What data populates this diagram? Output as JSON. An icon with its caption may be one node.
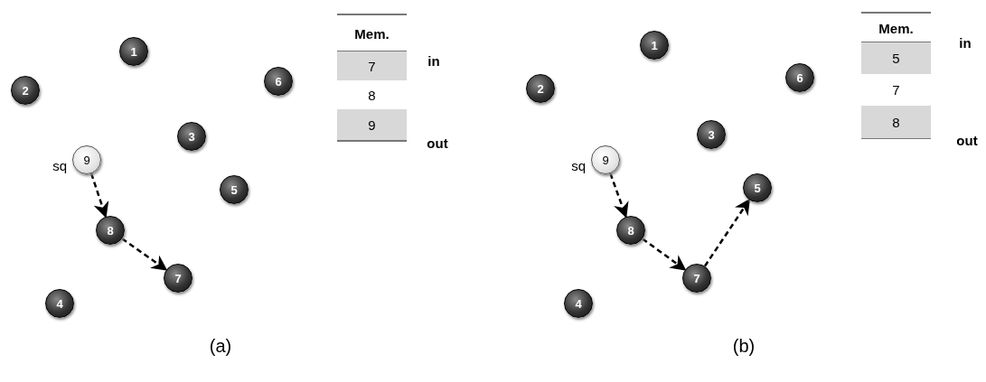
{
  "diagram": {
    "nodes": [
      {
        "text": [
          "1"
        ]
      },
      {
        "text": [
          "2"
        ]
      },
      {
        "text": [
          "3"
        ]
      },
      {
        "text": [
          "4"
        ]
      },
      {
        "text": [
          "5"
        ]
      },
      {
        "text": [
          "6"
        ]
      },
      {
        "text": [
          "7"
        ]
      },
      {
        "text": [
          "8"
        ]
      },
      {
        "text": [
          "9"
        ],
        "beside": [
          "sq"
        ]
      },
      {
        "text": [
          "1"
        ]
      },
      {
        "text": [
          "2"
        ]
      },
      {
        "text": [
          "3"
        ]
      },
      {
        "text": [
          "4"
        ]
      },
      {
        "text": [
          "5"
        ]
      },
      {
        "text": [
          "6"
        ]
      },
      {
        "text": [
          "7"
        ]
      },
      {
        "text": [
          "8"
        ]
      },
      {
        "text": [
          "9"
        ],
        "beside": [
          "sq"
        ]
      }
    ],
    "edges": [
      {
        "from": 8,
        "to": 7,
        "arrow": "to",
        "style": "dashed"
      },
      {
        "from": 7,
        "to": 6,
        "arrow": "to",
        "style": "dashed"
      },
      {
        "from": 17,
        "to": 16,
        "arrow": "to",
        "style": "dashed"
      },
      {
        "from": 16,
        "to": 15,
        "arrow": "to",
        "style": "dashed"
      },
      {
        "from": 15,
        "to": 13,
        "arrow": "to",
        "style": "dashed"
      }
    ],
    "labels": [
      "Mem.",
      "in",
      "7",
      "8",
      "9",
      "out",
      "(a)",
      "Mem.",
      "in",
      "5",
      "7",
      "8",
      "out",
      "(b)"
    ]
  }
}
